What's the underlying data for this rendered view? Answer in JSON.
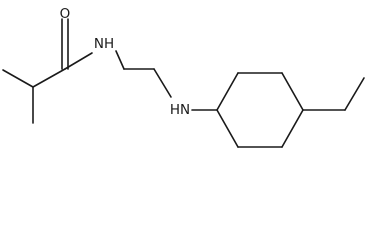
{
  "structure": {
    "atoms": {
      "oxygen": "O",
      "amide_nitrogen": "NH",
      "amine_nitrogen": "HN"
    }
  },
  "colors": {
    "line": "#1a1a1a",
    "background": "#ffffff"
  }
}
